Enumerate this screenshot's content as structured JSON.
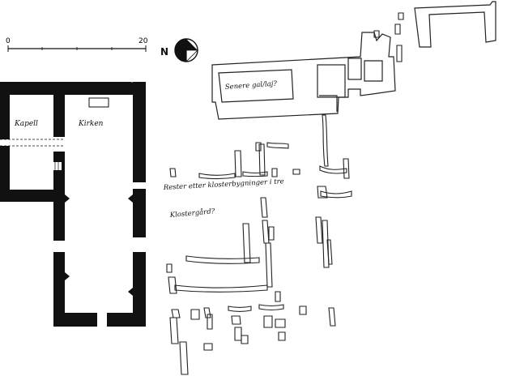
{
  "scale_bar": {
    "start": "0",
    "end": "20"
  },
  "north": {
    "letter": "N"
  },
  "labels": {
    "chapel": "Kapell",
    "church": "Kirken",
    "later_building": "Senere gal/laj?",
    "remains": "Rester etter klosterbygninger i tre",
    "cloister": "Klostergård?"
  }
}
